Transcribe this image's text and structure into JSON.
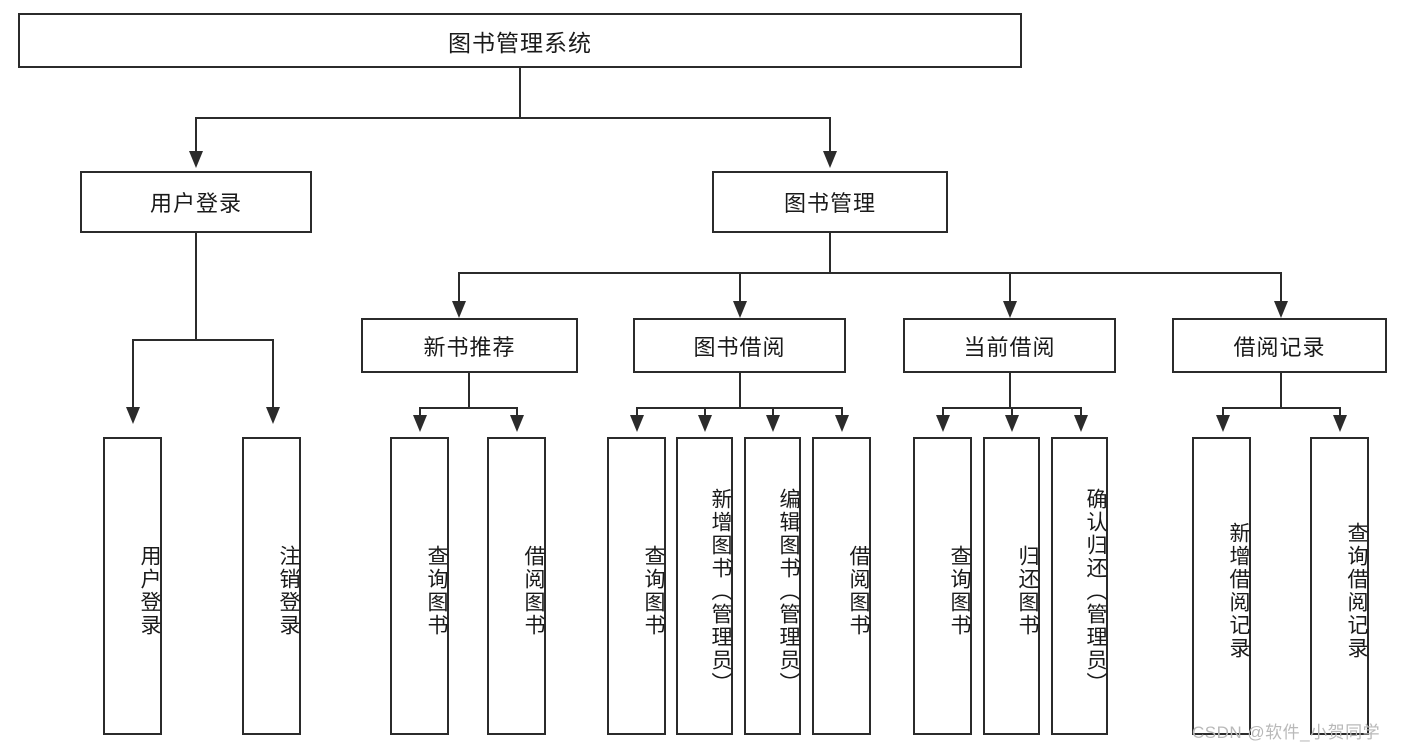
{
  "diagram": {
    "type": "tree-hierarchy",
    "title": "图书管理系统",
    "root": {
      "label": "图书管理系统"
    },
    "level1": [
      {
        "label": "用户登录"
      },
      {
        "label": "图书管理"
      }
    ],
    "level2": [
      {
        "label": "新书推荐"
      },
      {
        "label": "图书借阅"
      },
      {
        "label": "当前借阅"
      },
      {
        "label": "借阅记录"
      }
    ],
    "leaves": {
      "user_login": [
        "用户登录",
        "注销登录"
      ],
      "new_book_recommend": [
        "查询图书",
        "借阅图书"
      ],
      "book_borrow": [
        "查询图书",
        "新增图书（管理员）",
        "编辑图书（管理员）",
        "借阅图书"
      ],
      "current_borrow": [
        "查询图书",
        "归还图书",
        "确认归还（管理员）"
      ],
      "borrow_record": [
        "新增借阅记录",
        "查询借阅记录"
      ]
    }
  },
  "watermark": {
    "text": "CSDN @软件_小贺同学"
  },
  "colors": {
    "stroke": "#2b2b2b",
    "fill": "#ffffff",
    "text": "#1a1a1a",
    "watermark": "#b9b9b9"
  }
}
